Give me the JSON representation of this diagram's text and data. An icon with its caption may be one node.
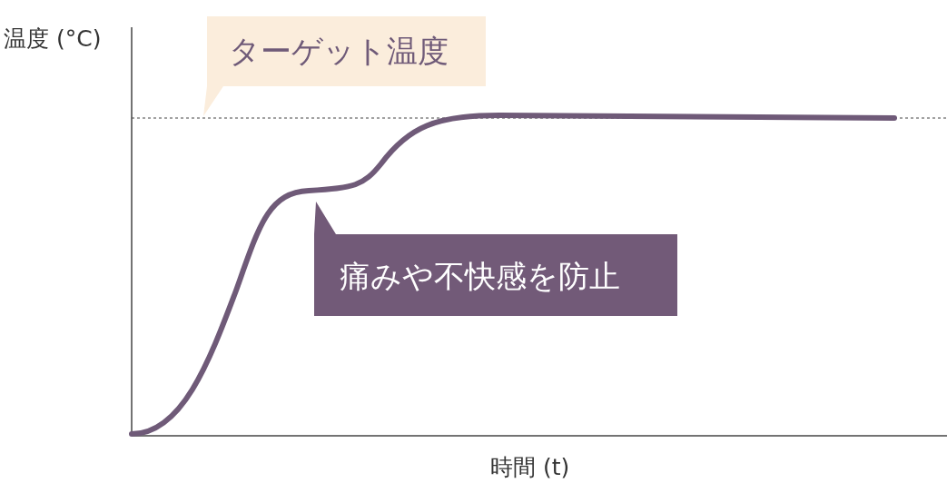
{
  "diagram": {
    "nodes": [
      {
        "text": [
          "ターゲット温度"
        ]
      },
      {
        "text": [
          "痛みや不快感を防止"
        ]
      }
    ],
    "labels": [
      "温度 (°C)",
      "時間 (t)"
    ]
  }
}
